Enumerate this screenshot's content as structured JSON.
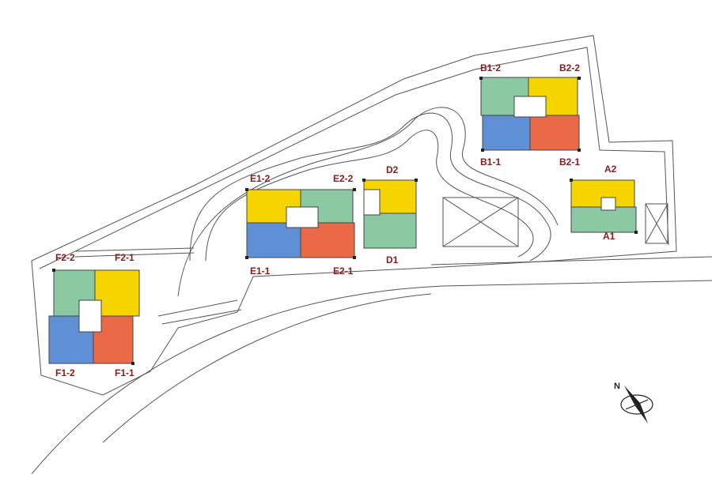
{
  "colors": {
    "green": "#8ac9a1",
    "yellow": "#f6d400",
    "blue": "#5f8fd4",
    "red": "#ea6a47",
    "label": "#8b1a1a",
    "line": "#555555"
  },
  "buildings": [
    {
      "id": "A",
      "units": [
        {
          "label": "A2",
          "color": "yellow"
        },
        {
          "label": "A1",
          "color": "green"
        }
      ]
    },
    {
      "id": "B",
      "units": [
        {
          "label": "B1-2",
          "color": "green"
        },
        {
          "label": "B2-2",
          "color": "yellow"
        },
        {
          "label": "B1-1",
          "color": "blue"
        },
        {
          "label": "B2-1",
          "color": "red"
        }
      ]
    },
    {
      "id": "D",
      "units": [
        {
          "label": "D2",
          "color": "yellow"
        },
        {
          "label": "D1",
          "color": "green"
        }
      ]
    },
    {
      "id": "E",
      "units": [
        {
          "label": "E1-2",
          "color": "yellow"
        },
        {
          "label": "E2-2",
          "color": "green"
        },
        {
          "label": "E1-1",
          "color": "blue"
        },
        {
          "label": "E2-1",
          "color": "red"
        }
      ]
    },
    {
      "id": "F",
      "units": [
        {
          "label": "F2-2",
          "color": "green"
        },
        {
          "label": "F2-1",
          "color": "yellow"
        },
        {
          "label": "F1-2",
          "color": "blue"
        },
        {
          "label": "F1-1",
          "color": "red"
        }
      ]
    }
  ],
  "compass": {
    "north_label": "N",
    "icon": "north-arrow-icon"
  }
}
